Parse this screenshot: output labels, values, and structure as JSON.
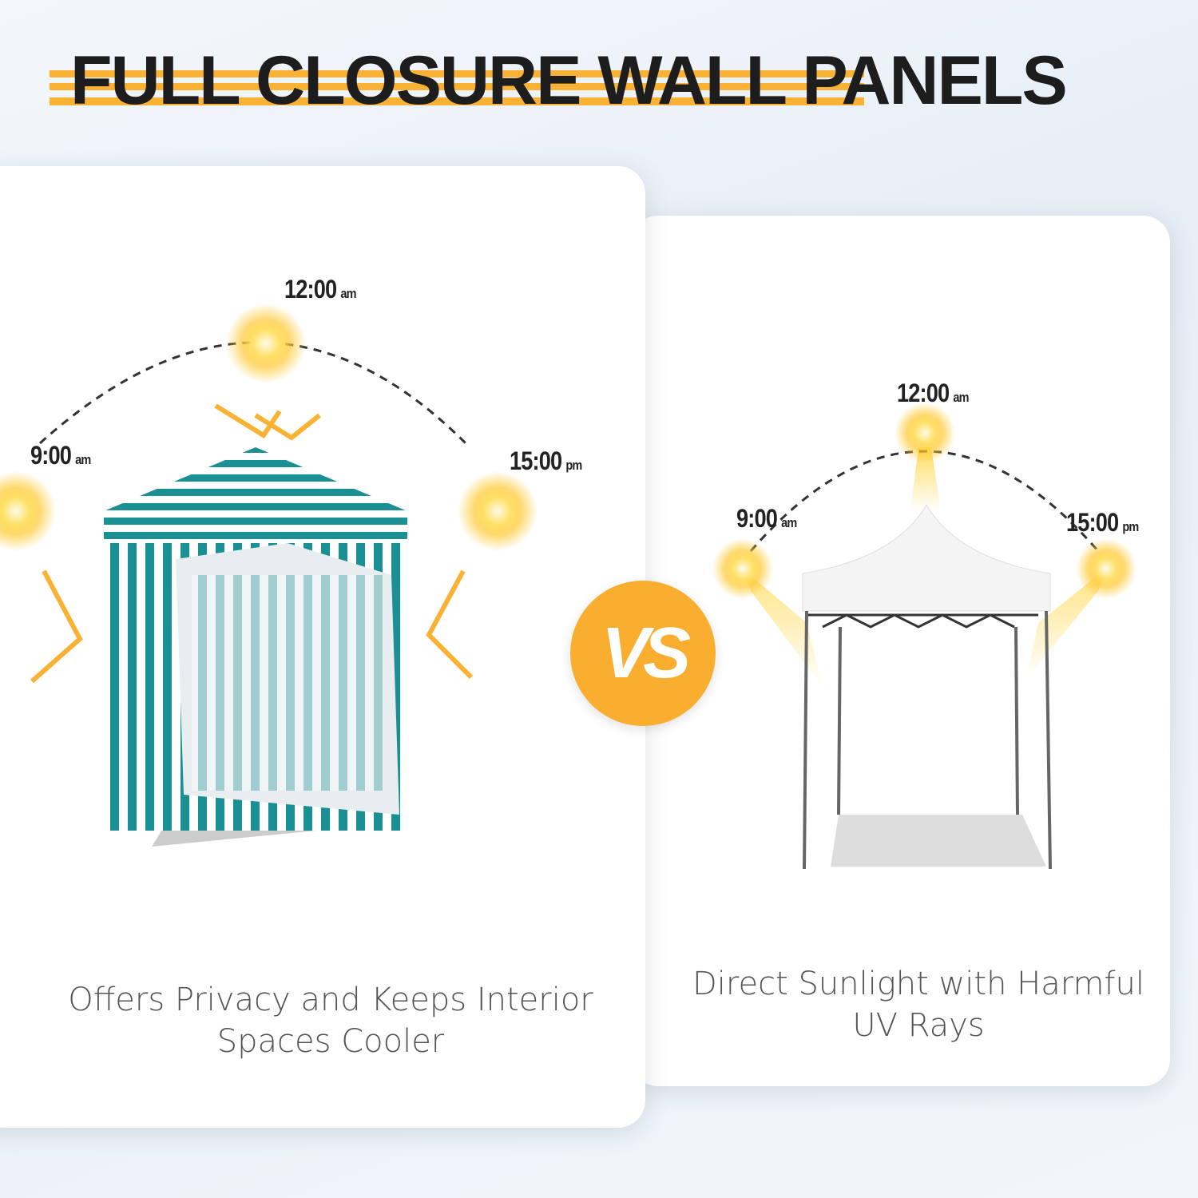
{
  "title": "FULL CLOSURE WALL PANELS",
  "vs_label": "VS",
  "left": {
    "times": [
      {
        "time": "9:00",
        "suffix": "am"
      },
      {
        "time": "12:00",
        "suffix": "am"
      },
      {
        "time": "15:00",
        "suffix": "pm"
      }
    ],
    "caption_line1": "Offers Privacy and Keeps Interior",
    "caption_line2": "Spaces Cooler"
  },
  "right": {
    "times": [
      {
        "time": "9:00",
        "suffix": "am"
      },
      {
        "time": "12:00",
        "suffix": "am"
      },
      {
        "time": "15:00",
        "suffix": "pm"
      }
    ],
    "caption_line1": "Direct Sunlight with Harmful",
    "caption_line2": "UV Rays"
  },
  "colors": {
    "accent": "#f9b233",
    "teal": "#1a8f94",
    "sun": "#ffd34d"
  }
}
